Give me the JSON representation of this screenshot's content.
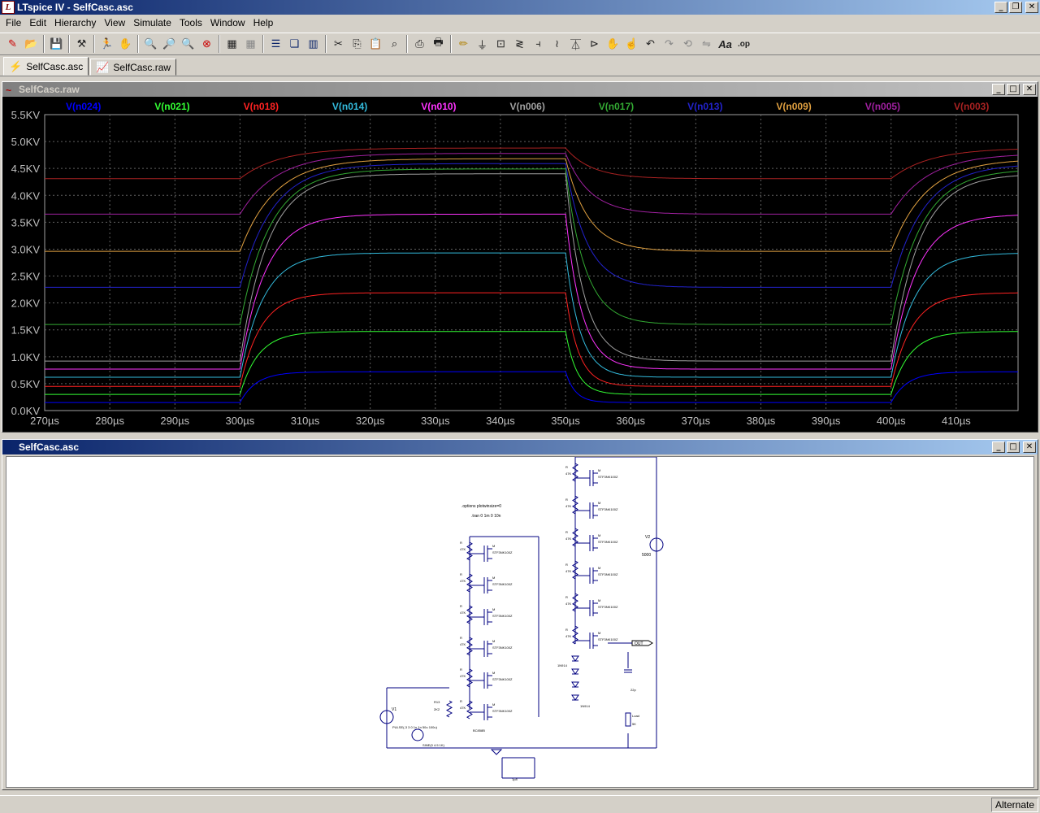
{
  "app": {
    "title": "LTspice IV - SelfCasc.asc",
    "icon": "ltspice-logo-icon"
  },
  "menu": [
    "File",
    "Edit",
    "Hierarchy",
    "View",
    "Simulate",
    "Tools",
    "Window",
    "Help"
  ],
  "tabs": [
    {
      "label": "SelfCasc.asc",
      "icon": "schematic-icon",
      "active": true
    },
    {
      "label": "SelfCasc.raw",
      "icon": "waveform-icon",
      "active": false
    }
  ],
  "waveform_window": {
    "title": "SelfCasc.raw"
  },
  "schematic_window": {
    "title": "SelfCasc.asc"
  },
  "status": {
    "right": "Alternate"
  },
  "chart_data": {
    "type": "line",
    "xlabel": "",
    "ylabel": "",
    "x_ticks": [
      "270µs",
      "280µs",
      "290µs",
      "300µs",
      "310µs",
      "320µs",
      "330µs",
      "340µs",
      "350µs",
      "360µs",
      "370µs",
      "380µs",
      "390µs",
      "400µs",
      "410µs"
    ],
    "y_ticks": [
      "0.0KV",
      "0.5KV",
      "1.0KV",
      "1.5KV",
      "2.0KV",
      "2.5KV",
      "3.0KV",
      "3.5KV",
      "4.0KV",
      "4.5KV",
      "5.0KV",
      "5.5KV"
    ],
    "xlim": [
      270,
      419.5
    ],
    "ylim": [
      0,
      5.5
    ],
    "x_unit": "µs",
    "y_unit": "KV",
    "grid": true,
    "background": "#000000",
    "pulse": {
      "rise_at": 300,
      "fall_at": 350,
      "rise2_at": 400
    },
    "series": [
      {
        "name": "V(n024)",
        "color": "#0000ff",
        "low": 0.15,
        "high": 0.72
      },
      {
        "name": "V(n021)",
        "color": "#33ff33",
        "low": 0.3,
        "high": 1.47
      },
      {
        "name": "V(n018)",
        "color": "#ff2222",
        "low": 0.45,
        "high": 2.19
      },
      {
        "name": "V(n014)",
        "color": "#33bbdd",
        "low": 0.62,
        "high": 2.93
      },
      {
        "name": "V(n010)",
        "color": "#ff33ff",
        "low": 0.77,
        "high": 3.65
      },
      {
        "name": "V(n006)",
        "color": "#a0a0a0",
        "low": 0.92,
        "high": 4.4
      },
      {
        "name": "V(n017)",
        "color": "#33aa33",
        "low": 1.6,
        "high": 4.49
      },
      {
        "name": "V(n013)",
        "color": "#2222cc",
        "low": 2.29,
        "high": 4.59
      },
      {
        "name": "V(n009)",
        "color": "#e0a040",
        "low": 2.96,
        "high": 4.68
      },
      {
        "name": "V(n005)",
        "color": "#a020a0",
        "low": 3.65,
        "high": 4.78
      },
      {
        "name": "V(n003)",
        "color": "#aa2222",
        "low": 4.31,
        "high": 4.88
      }
    ]
  },
  "schematic": {
    "directive1": ".options plotwinsize=0",
    "directive2": ".tran 0 1m 0 10n",
    "v1_label": "V1",
    "v2_label": "V2",
    "v2_value": "5000",
    "pulse_text": "PULSE(-3 3 0 1n 1n 50u 100u)",
    "sine_text": "SINE(0 4.5 1K)",
    "q1_model": "BC858B",
    "out_label": "OUT",
    "load_label": "Load",
    "load_value": "5K",
    "r13_label": "R13",
    "r13_value": "2K2",
    "c3_value": "1p8",
    "c1_value": "22p",
    "diode_model": "1N914",
    "fet_model": "STF3NK100Z",
    "res_value": "47K"
  }
}
